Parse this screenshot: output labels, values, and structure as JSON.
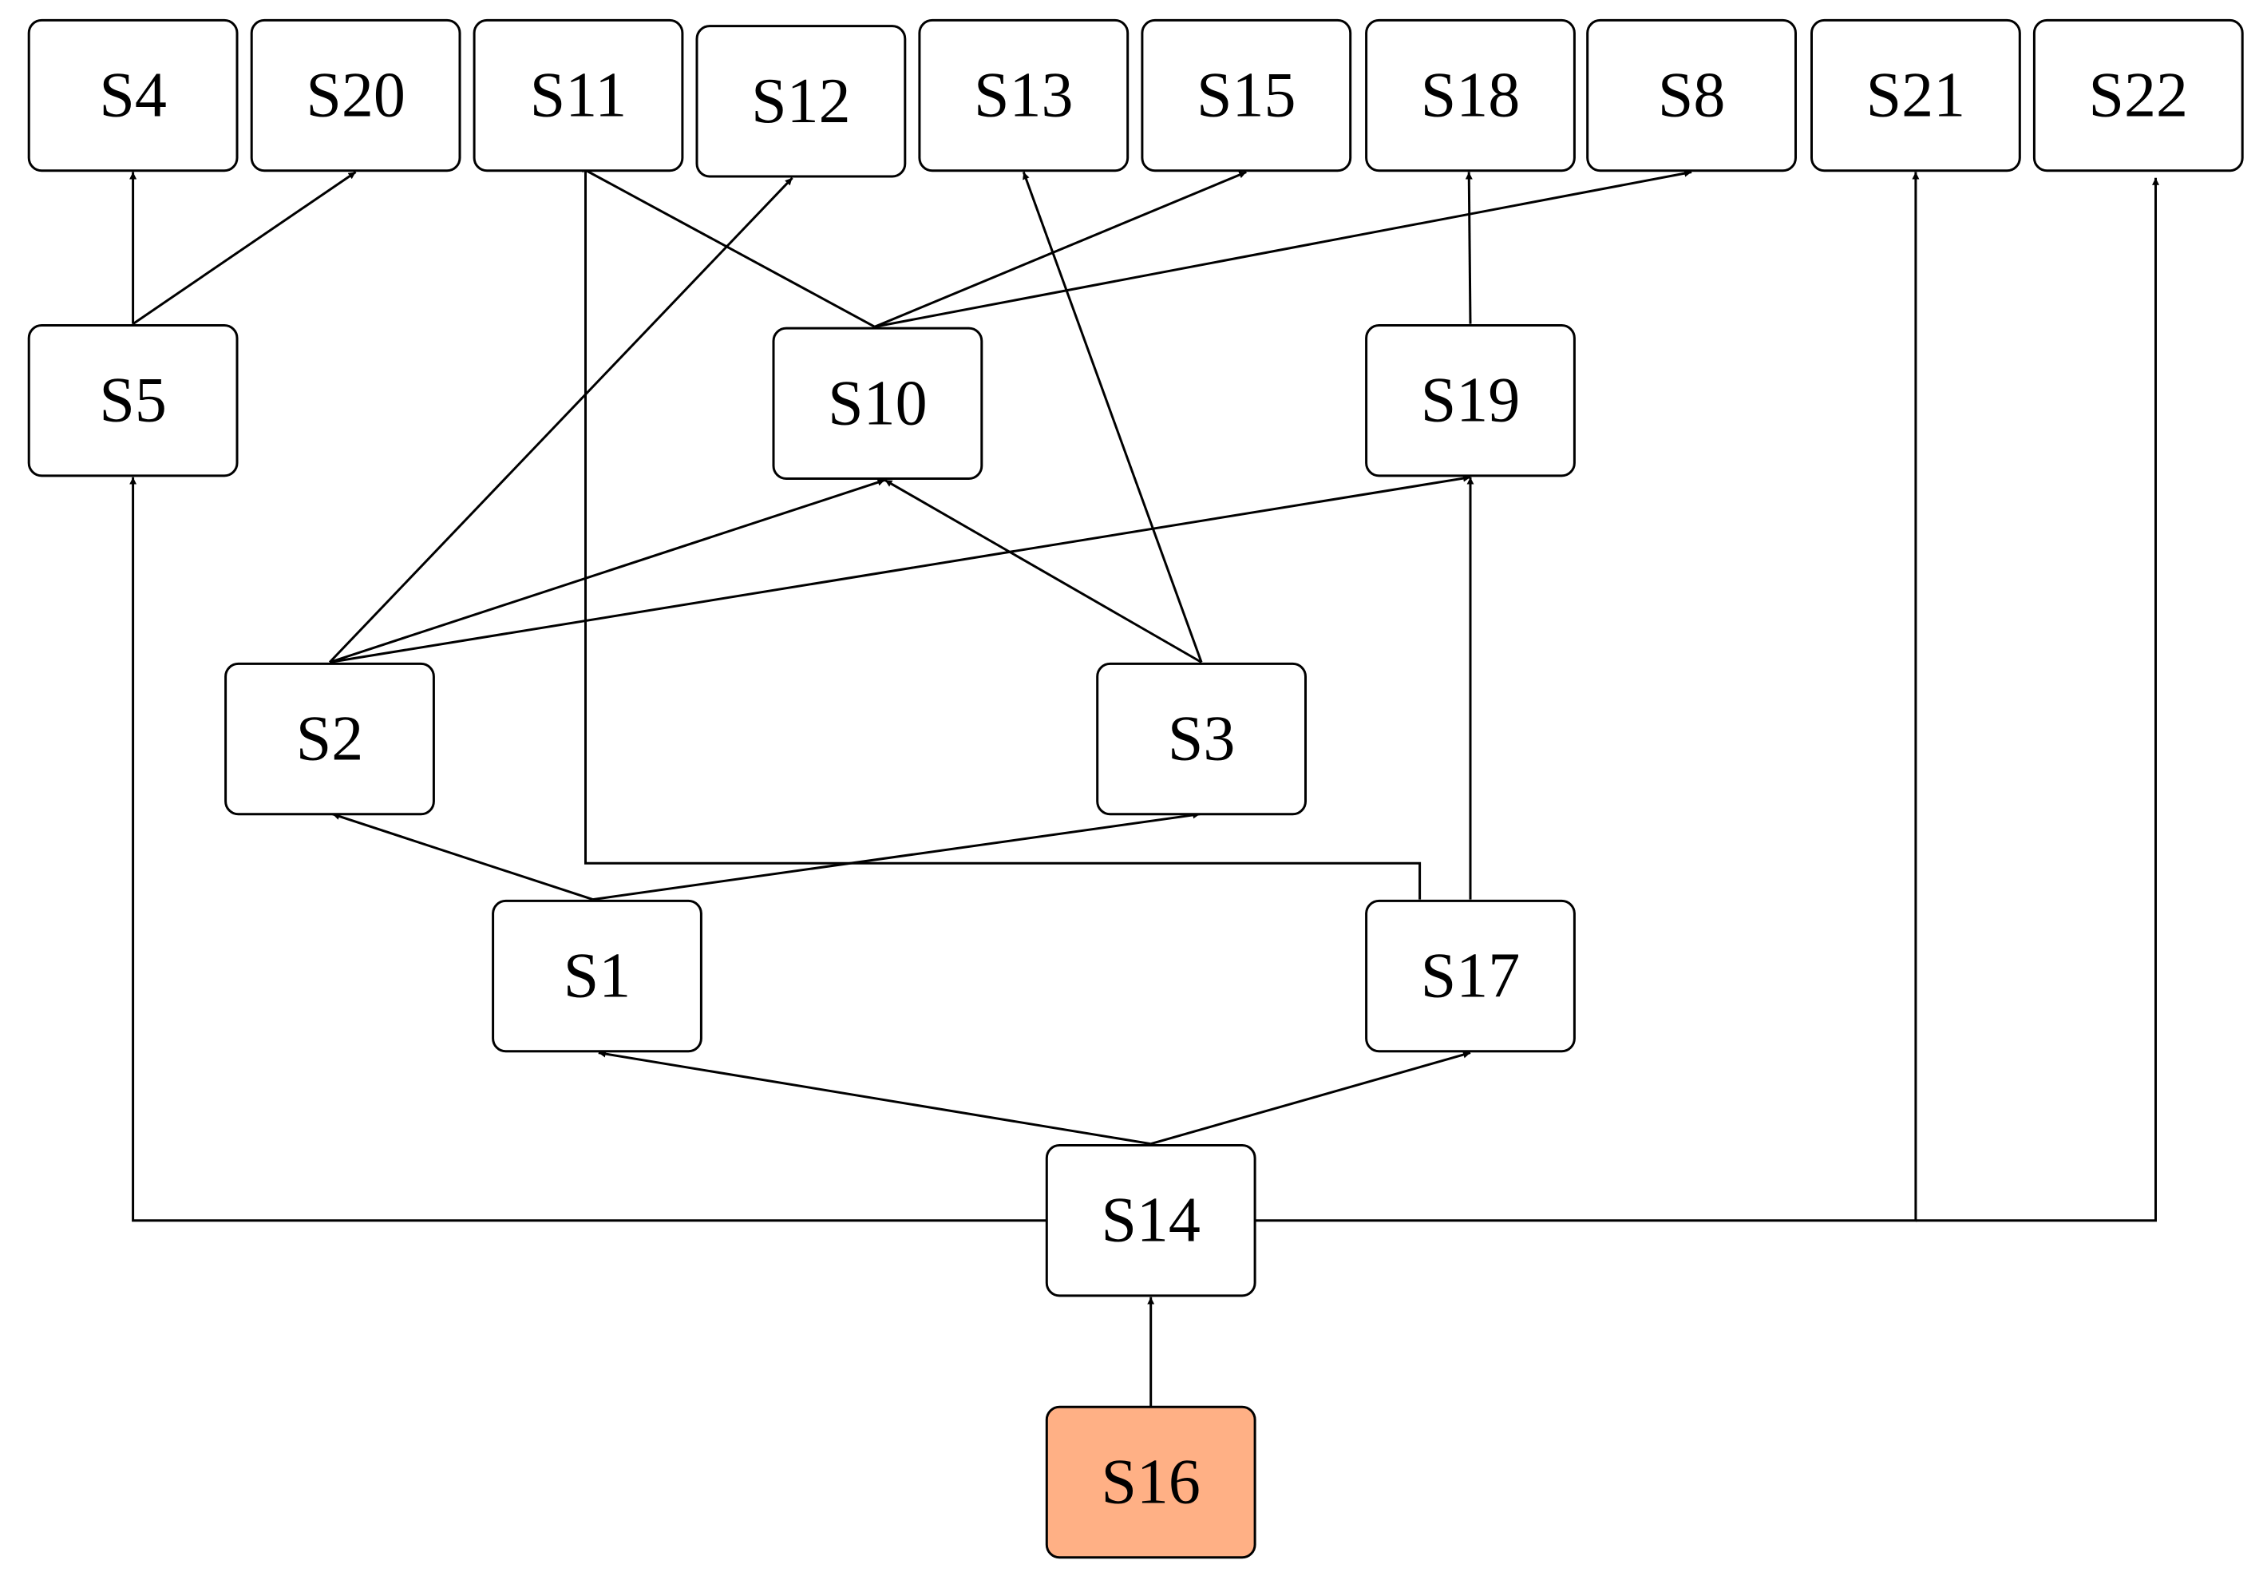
{
  "colors": {
    "default_fill": "#ffffff",
    "highlight_fill": "#ffb085",
    "stroke": "#000000"
  },
  "nodes": [
    {
      "id": "S4",
      "label": "S4"
    },
    {
      "id": "S20",
      "label": "S20"
    },
    {
      "id": "S11",
      "label": "S11"
    },
    {
      "id": "S12",
      "label": "S12"
    },
    {
      "id": "S13",
      "label": "S13"
    },
    {
      "id": "S15",
      "label": "S15"
    },
    {
      "id": "S18",
      "label": "S18"
    },
    {
      "id": "S8",
      "label": "S8"
    },
    {
      "id": "S21",
      "label": "S21"
    },
    {
      "id": "S22",
      "label": "S22"
    },
    {
      "id": "S5",
      "label": "S5"
    },
    {
      "id": "S10",
      "label": "S10"
    },
    {
      "id": "S19",
      "label": "S19"
    },
    {
      "id": "S2",
      "label": "S2"
    },
    {
      "id": "S3",
      "label": "S3"
    },
    {
      "id": "S1",
      "label": "S1"
    },
    {
      "id": "S17",
      "label": "S17"
    },
    {
      "id": "S14",
      "label": "S14"
    },
    {
      "id": "S16",
      "label": "S16",
      "highlight": true
    }
  ],
  "edges": [
    {
      "from": "S16",
      "to": "S14"
    },
    {
      "from": "S14",
      "to": "S1"
    },
    {
      "from": "S14",
      "to": "S17"
    },
    {
      "from": "S14",
      "to": "S5"
    },
    {
      "from": "S14",
      "to": "S21"
    },
    {
      "from": "S14",
      "to": "S22"
    },
    {
      "from": "S1",
      "to": "S2"
    },
    {
      "from": "S1",
      "to": "S3"
    },
    {
      "from": "S17",
      "to": "S11"
    },
    {
      "from": "S17",
      "to": "S19"
    },
    {
      "from": "S2",
      "to": "S12"
    },
    {
      "from": "S2",
      "to": "S10"
    },
    {
      "from": "S2",
      "to": "S19"
    },
    {
      "from": "S3",
      "to": "S10"
    },
    {
      "from": "S3",
      "to": "S13"
    },
    {
      "from": "S5",
      "to": "S4"
    },
    {
      "from": "S5",
      "to": "S20"
    },
    {
      "from": "S10",
      "to": "S11"
    },
    {
      "from": "S10",
      "to": "S15"
    },
    {
      "from": "S10",
      "to": "S8"
    },
    {
      "from": "S19",
      "to": "S18"
    }
  ]
}
